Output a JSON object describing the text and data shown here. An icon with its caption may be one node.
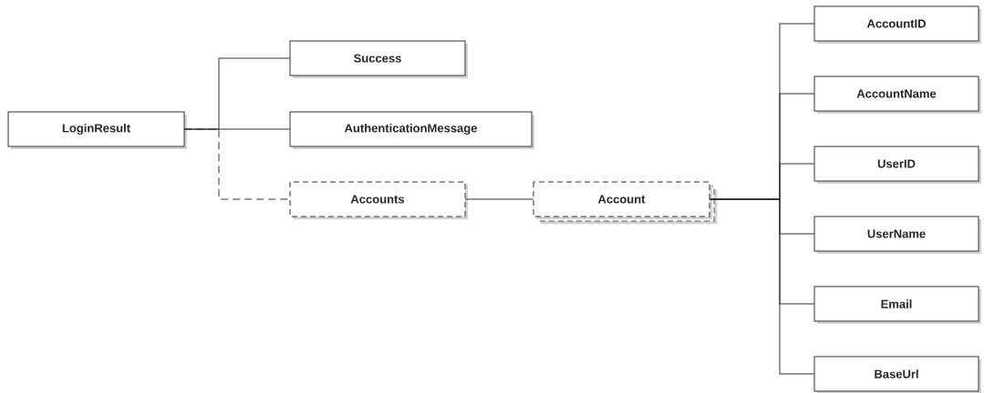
{
  "diagram": {
    "nodes": [
      {
        "text": [
          "LoginResult"
        ]
      },
      {
        "text": [
          "Success"
        ]
      },
      {
        "text": [
          "AuthenticationMessage"
        ]
      },
      {
        "text": [
          "Accounts"
        ]
      },
      {
        "text": [
          "Account"
        ]
      },
      {
        "text": [
          "AccountID"
        ]
      },
      {
        "text": [
          "AccountName"
        ]
      },
      {
        "text": [
          "UserID"
        ]
      },
      {
        "text": [
          "UserName"
        ]
      },
      {
        "text": [
          "Email"
        ]
      },
      {
        "text": [
          "BaseUrl"
        ]
      }
    ],
    "edges": [
      {
        "from": 0,
        "to": 1,
        "arrow": "none"
      },
      {
        "from": 0,
        "to": 2,
        "arrow": "none"
      },
      {
        "from": 0,
        "to": 3,
        "arrow": "none",
        "style": "dashed"
      },
      {
        "from": 3,
        "to": 4,
        "arrow": "none"
      },
      {
        "from": 4,
        "to": 5,
        "arrow": "none"
      },
      {
        "from": 4,
        "to": 6,
        "arrow": "none"
      },
      {
        "from": 4,
        "to": 7,
        "arrow": "none"
      },
      {
        "from": 4,
        "to": 8,
        "arrow": "none"
      },
      {
        "from": 4,
        "to": 9,
        "arrow": "none"
      },
      {
        "from": 4,
        "to": 10,
        "arrow": "none"
      }
    ]
  }
}
